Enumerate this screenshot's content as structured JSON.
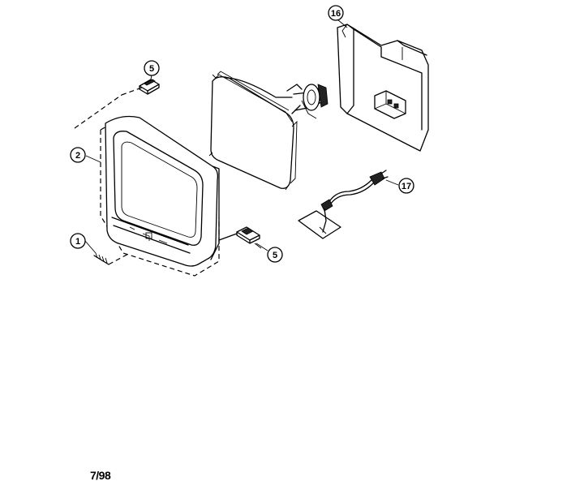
{
  "callouts": [
    {
      "id": "callout-1",
      "label": "1"
    },
    {
      "id": "callout-2",
      "label": "2"
    },
    {
      "id": "callout-5a",
      "label": "5"
    },
    {
      "id": "callout-5b",
      "label": "5"
    },
    {
      "id": "callout-16",
      "label": "16"
    },
    {
      "id": "callout-17",
      "label": "17"
    }
  ],
  "footer": {
    "date_code": "7/98"
  }
}
